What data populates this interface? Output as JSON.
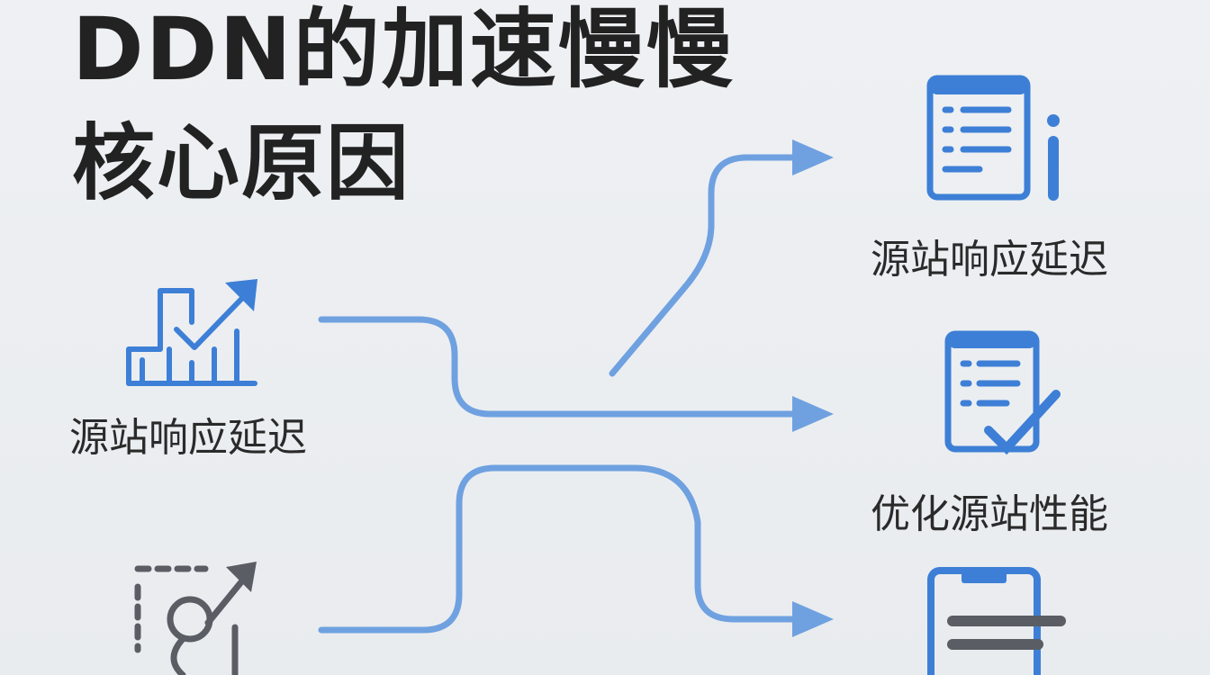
{
  "title": {
    "line1": "DDN的加速慢慢",
    "line2": "核心原因"
  },
  "left": {
    "item1_label": "源站响应延迟",
    "icon1": "chart-check-icon",
    "icon2": "route-pin-icon"
  },
  "right": {
    "item1_label": "源站响应延迟",
    "item2_label": "优化源站性能",
    "icon1": "document-info-icon",
    "icon2": "checklist-check-icon",
    "icon3": "phone-list-icon"
  },
  "colors": {
    "accent": "#3d7fd6",
    "flow": "#6fa1e0",
    "text": "#222222",
    "icon_gray": "#5a5d63"
  }
}
